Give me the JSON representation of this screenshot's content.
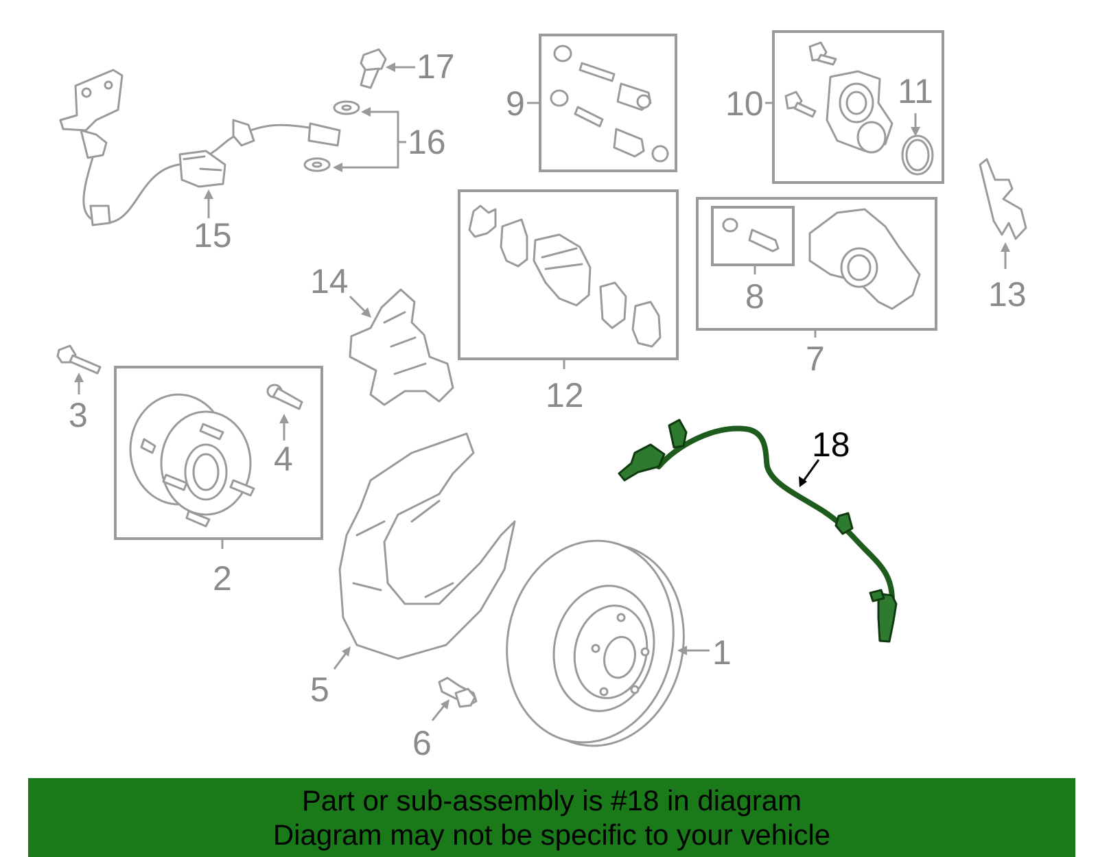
{
  "labels": {
    "l1": "1",
    "l2": "2",
    "l3": "3",
    "l4": "4",
    "l5": "5",
    "l6": "6",
    "l7": "7",
    "l8": "8",
    "l9": "9",
    "l10": "10",
    "l11": "11",
    "l12": "12",
    "l13": "13",
    "l14": "14",
    "l15": "15",
    "l16": "16",
    "l17": "17",
    "l18": "18"
  },
  "highlighted_part": "18",
  "colors": {
    "highlight": "#2e7a2e",
    "banner": "#1a7a1a",
    "parts": "#9a9a9a"
  },
  "footer": {
    "line1": "Part or sub-assembly is #18 in diagram",
    "line2": "Diagram may not be specific to your vehicle"
  }
}
